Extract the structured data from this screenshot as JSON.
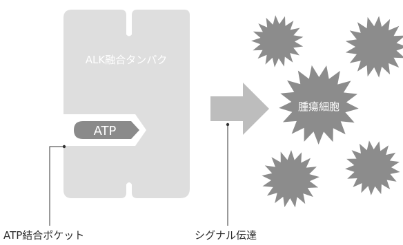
{
  "protein": {
    "label": "ALK融合タンパク"
  },
  "atp": {
    "label": "ATP"
  },
  "tumor": {
    "label": "腫瘍細胞"
  },
  "callouts": {
    "pocket": "ATP結合ポケット",
    "signal": "シグナル伝達"
  },
  "colors": {
    "protein_fill": "#dedede",
    "arrow_fill": "#bdbdbd",
    "atp_fill": "#8a8a8a",
    "cell_fill": "#8c8c8c",
    "label_light": "#ffffff",
    "line": "#333333"
  }
}
